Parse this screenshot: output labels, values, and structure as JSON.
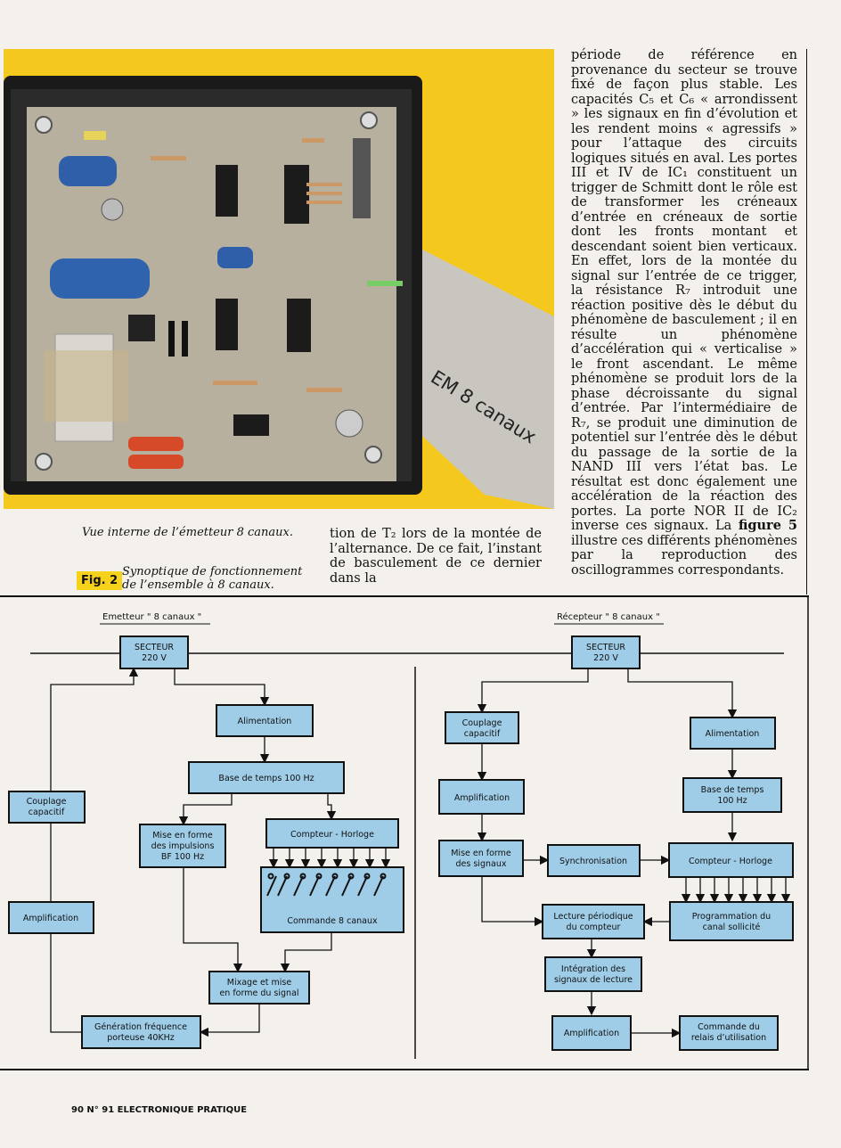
{
  "photo": {
    "caption": "Vue interne de l’émetteur 8 canaux.",
    "label_text": "EM 8 canaux"
  },
  "figure": {
    "label": "Fig. 2",
    "caption": "Synoptique de fonctionnement de l’ensemble à 8 canaux."
  },
  "column2": {
    "text": "tion de T₂ lors de la montée de l’alternance. De ce fait, l’instant de basculement de ce dernier dans la"
  },
  "column3": {
    "text_before": "période de référence en provenance du secteur se trouve fixé de façon plus stable. Les capacités C₅ et C₆ « arrondissent » les signaux en fin d’évolution et les rendent moins « agressifs » pour l’attaque des circuits logiques situés en aval. Les portes III et IV de IC₁ constituent un trigger de Schmitt dont le rôle est de transformer les créneaux d’entrée en créneaux de sortie dont les fronts montant et descendant soient bien verticaux. En effet, lors de la montée du signal sur l’entrée de ce trigger, la résistance R₇ introduit une réaction positive dès le début du phénomène de basculement ; il en résulte un phénomène d’accélération qui « verticalise » le front ascendant. Le même phénomène se produit lors de la phase décroissante du signal d’entrée. Par l’intermédiaire de R₇, se produit une diminution de potentiel sur l’entrée dès le début du passage de la sortie de la NAND III vers l’état bas. Le résultat est donc également une accélération de la réaction des portes. La porte NOR II de IC₂ inverse ces signaux. La",
    "figure_ref": "figure 5",
    "text_after": "illustre ces différents phénomènes par la reproduction des oscillogrammes correspondants."
  },
  "diagram": {
    "emitter_title": "Emetteur \" 8 canaux \"",
    "receiver_title": "Récepteur \" 8 canaux \"",
    "emitter": {
      "secteur": [
        "SECTEUR",
        "220 V"
      ],
      "alimentation": [
        "Alimentation"
      ],
      "base_temps": [
        "Base de temps 100 Hz"
      ],
      "mise_en_forme": [
        "Mise en forme",
        "des impulsions",
        "BF 100 Hz"
      ],
      "compteur": [
        "Compteur - Horloge"
      ],
      "commande": [
        "Commande 8 canaux"
      ],
      "mixage": [
        "Mixage et mise",
        "en forme du signal"
      ],
      "generation": [
        "Génération fréquence",
        "porteuse 40KHz"
      ],
      "couplage": [
        "Couplage",
        "capacitif"
      ],
      "amplification": [
        "Amplification"
      ]
    },
    "receiver": {
      "secteur": [
        "SECTEUR",
        "220 V"
      ],
      "couplage": [
        "Couplage",
        "capacitif"
      ],
      "alimentation": [
        "Alimentation"
      ],
      "amplification": [
        "Amplification"
      ],
      "base_temps": [
        "Base de temps",
        "100 Hz"
      ],
      "mise_en_forme": [
        "Mise en forme",
        "des signaux"
      ],
      "synchronisation": [
        "Synchronisation"
      ],
      "compteur": [
        "Compteur - Horloge"
      ],
      "lecture": [
        "Lecture périodique",
        "du compteur"
      ],
      "programmation": [
        "Programmation du",
        "canal sollicité"
      ],
      "integration": [
        "Intégration des",
        "signaux de lecture"
      ],
      "amplification2": [
        "Amplification"
      ],
      "commande_relais": [
        "Commande du",
        "relais d’utilisation"
      ]
    }
  },
  "footer": {
    "text": "90 N° 91 ELECTRONIQUE PRATIQUE"
  },
  "colors": {
    "photo_background": "#f5c81e",
    "box_fill": "#9fcde8",
    "label_yellow": "#f7d21b"
  }
}
